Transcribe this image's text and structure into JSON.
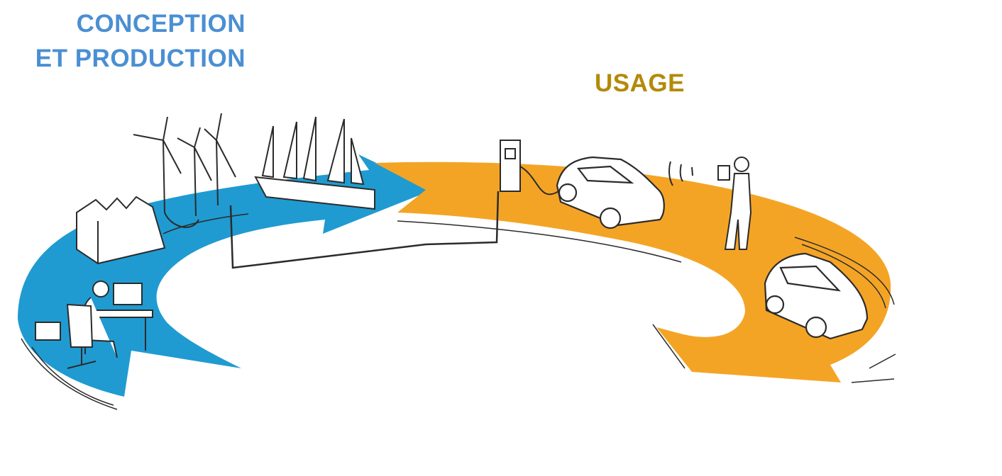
{
  "labels": {
    "conception_line1": "CONCEPTION",
    "conception_line2": "ET PRODUCTION",
    "usage": "USAGE"
  },
  "colors": {
    "blue_label": "#4a8fd3",
    "gold_label": "#b38a09",
    "blue_arrow": "#1f9bd1",
    "orange_arrow": "#f4a425",
    "ink": "#2b2b2b"
  },
  "icons": {
    "stages": [
      "designer-at-desk-icon",
      "factory-icon",
      "wind-turbines-icon",
      "sailing-cargo-ship-icon",
      "charging-station-icon",
      "electric-car-icon",
      "person-with-tablet-icon",
      "small-car-icon"
    ]
  }
}
